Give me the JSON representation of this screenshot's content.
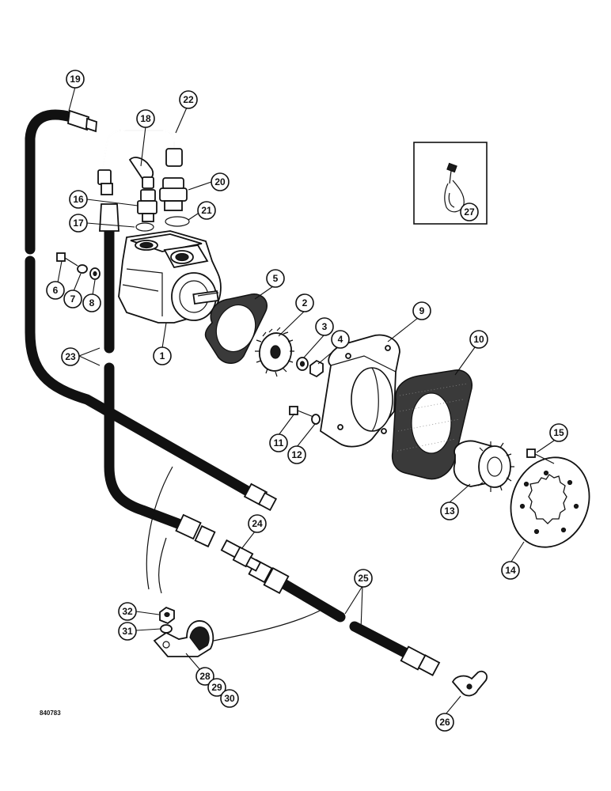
{
  "drawing_number": "840783",
  "callouts": [
    "1",
    "2",
    "3",
    "4",
    "5",
    "6",
    "7",
    "8",
    "9",
    "10",
    "11",
    "12",
    "13",
    "14",
    "15",
    "16",
    "17",
    "18",
    "19",
    "20",
    "21",
    "22",
    "23",
    "24",
    "25",
    "26",
    "27",
    "28",
    "29",
    "30",
    "31",
    "32"
  ]
}
